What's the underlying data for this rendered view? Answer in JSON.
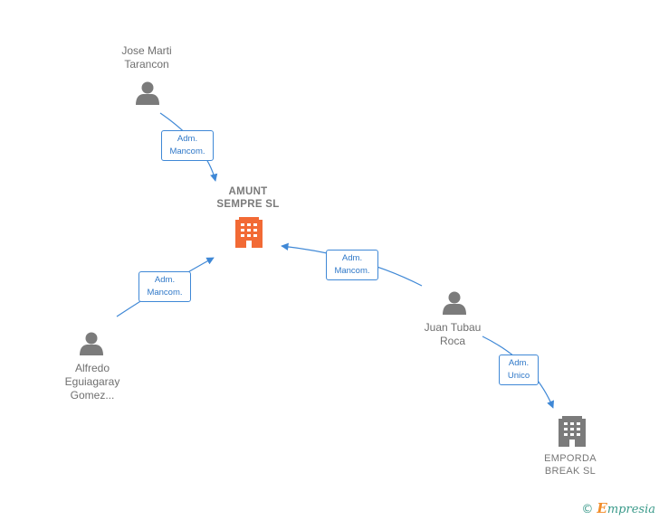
{
  "nodes": {
    "person_jose": {
      "label": "Jose Marti\nTarancon"
    },
    "person_alfredo": {
      "label": "Alfredo\nEguiagaray\nGomez..."
    },
    "person_juan": {
      "label": "Juan Tubau\nRoca"
    },
    "company_amunt": {
      "label": "AMUNT\nSEMPRE  SL"
    },
    "company_emporda": {
      "label": "EMPORDA\nBREAK  SL"
    }
  },
  "relations": [
    {
      "label": "Adm.\nMancom."
    },
    {
      "label": "Adm.\nMancom."
    },
    {
      "label": "Adm.\nMancom."
    },
    {
      "label": "Adm.\nUnico"
    }
  ],
  "colors": {
    "edge": "#3f88d6",
    "person": "#7b7b7b",
    "main_company": "#f26a35",
    "company": "#7b7b7b"
  },
  "footer": {
    "copyright": "©",
    "brand_initial": "E",
    "brand_rest": "mpresia"
  }
}
